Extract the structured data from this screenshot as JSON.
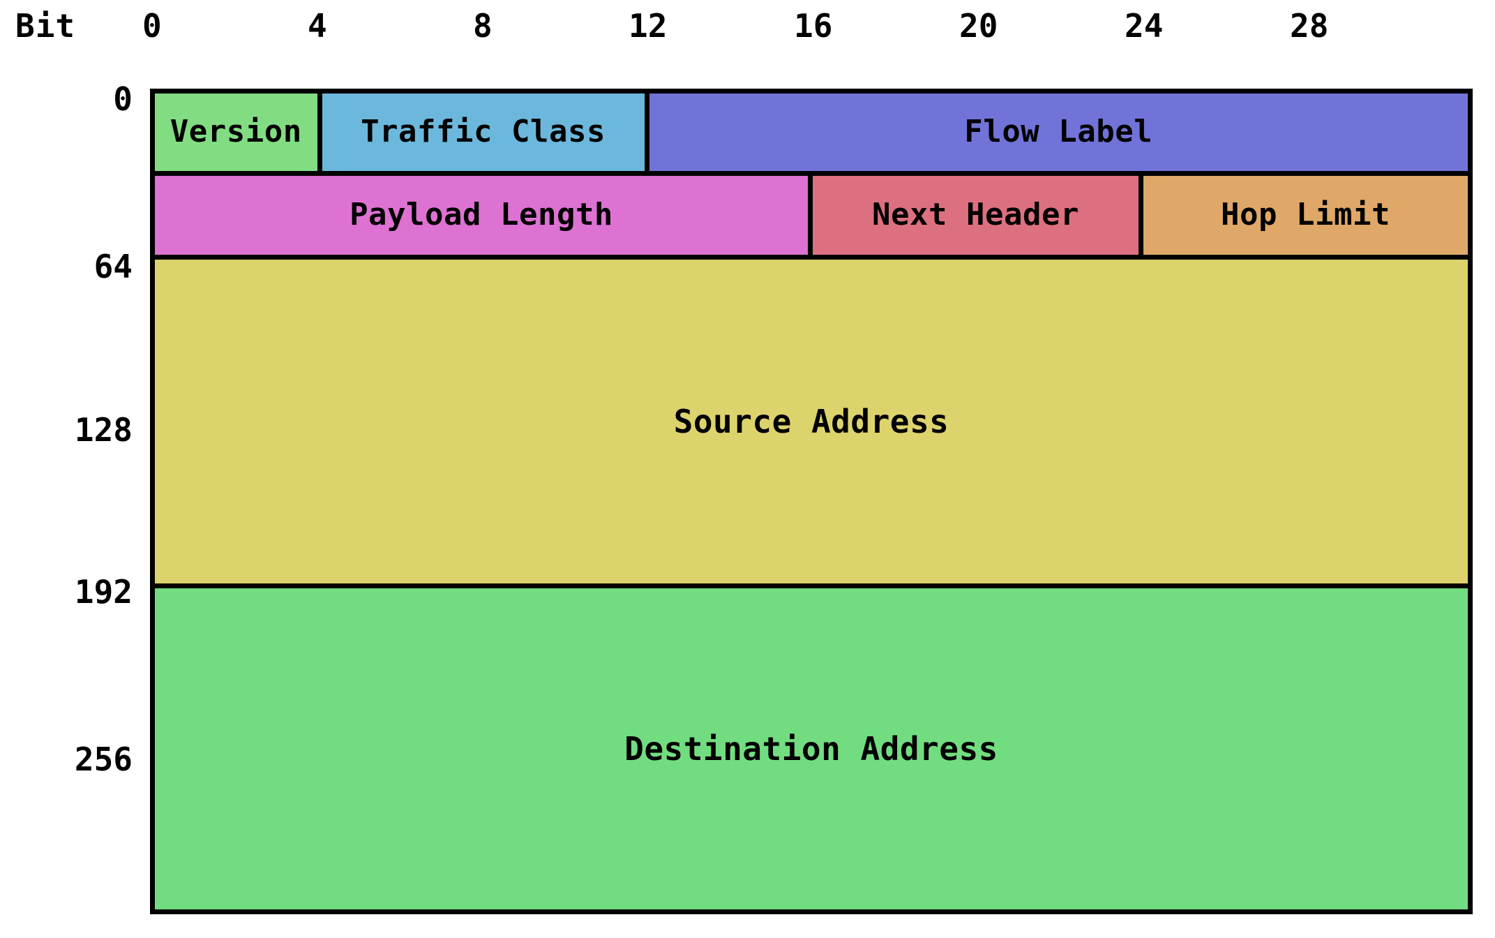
{
  "axis": {
    "title": "Bit",
    "ticks": [
      "0",
      "4",
      "8",
      "12",
      "16",
      "20",
      "24",
      "28"
    ]
  },
  "offsets": [
    "0",
    "64",
    "128",
    "192",
    "256"
  ],
  "rows": [
    {
      "offset": "0",
      "fields": [
        {
          "label": "Version",
          "color": "#82dd82"
        },
        {
          "label": "Traffic Class",
          "color": "#6cb8dd"
        },
        {
          "label": "Flow Label",
          "color": "#7273d8"
        }
      ]
    },
    {
      "offset": "",
      "fields": [
        {
          "label": "Payload Length",
          "color": "#dd72d2"
        },
        {
          "label": "Next Header",
          "color": "#dd7080"
        },
        {
          "label": "Hop Limit",
          "color": "#dfa868"
        }
      ]
    },
    {
      "offset": "64",
      "fields": [
        {
          "label": "Source Address",
          "color": "#ddd36c"
        }
      ]
    },
    {
      "offset": "192",
      "fields": [
        {
          "label": "Destination Address",
          "color": "#72dd80"
        }
      ]
    }
  ],
  "fields": {
    "version": "Version",
    "traffic_class": "Traffic Class",
    "flow_label": "Flow Label",
    "payload_length": "Payload Length",
    "next_header": "Next Header",
    "hop_limit": "Hop Limit",
    "source_address": "Source Address",
    "destination_address": "Destination Address"
  },
  "colors": {
    "version": "#82dd82",
    "traffic_class": "#6cb8dd",
    "flow_label": "#7273d8",
    "payload_length": "#dd72d2",
    "next_header": "#dd7080",
    "hop_limit": "#dfa868",
    "source_address": "#ddd36c",
    "destination_address": "#72dd80",
    "border": "#000000",
    "background": "#ffffff",
    "text": "#000000"
  }
}
